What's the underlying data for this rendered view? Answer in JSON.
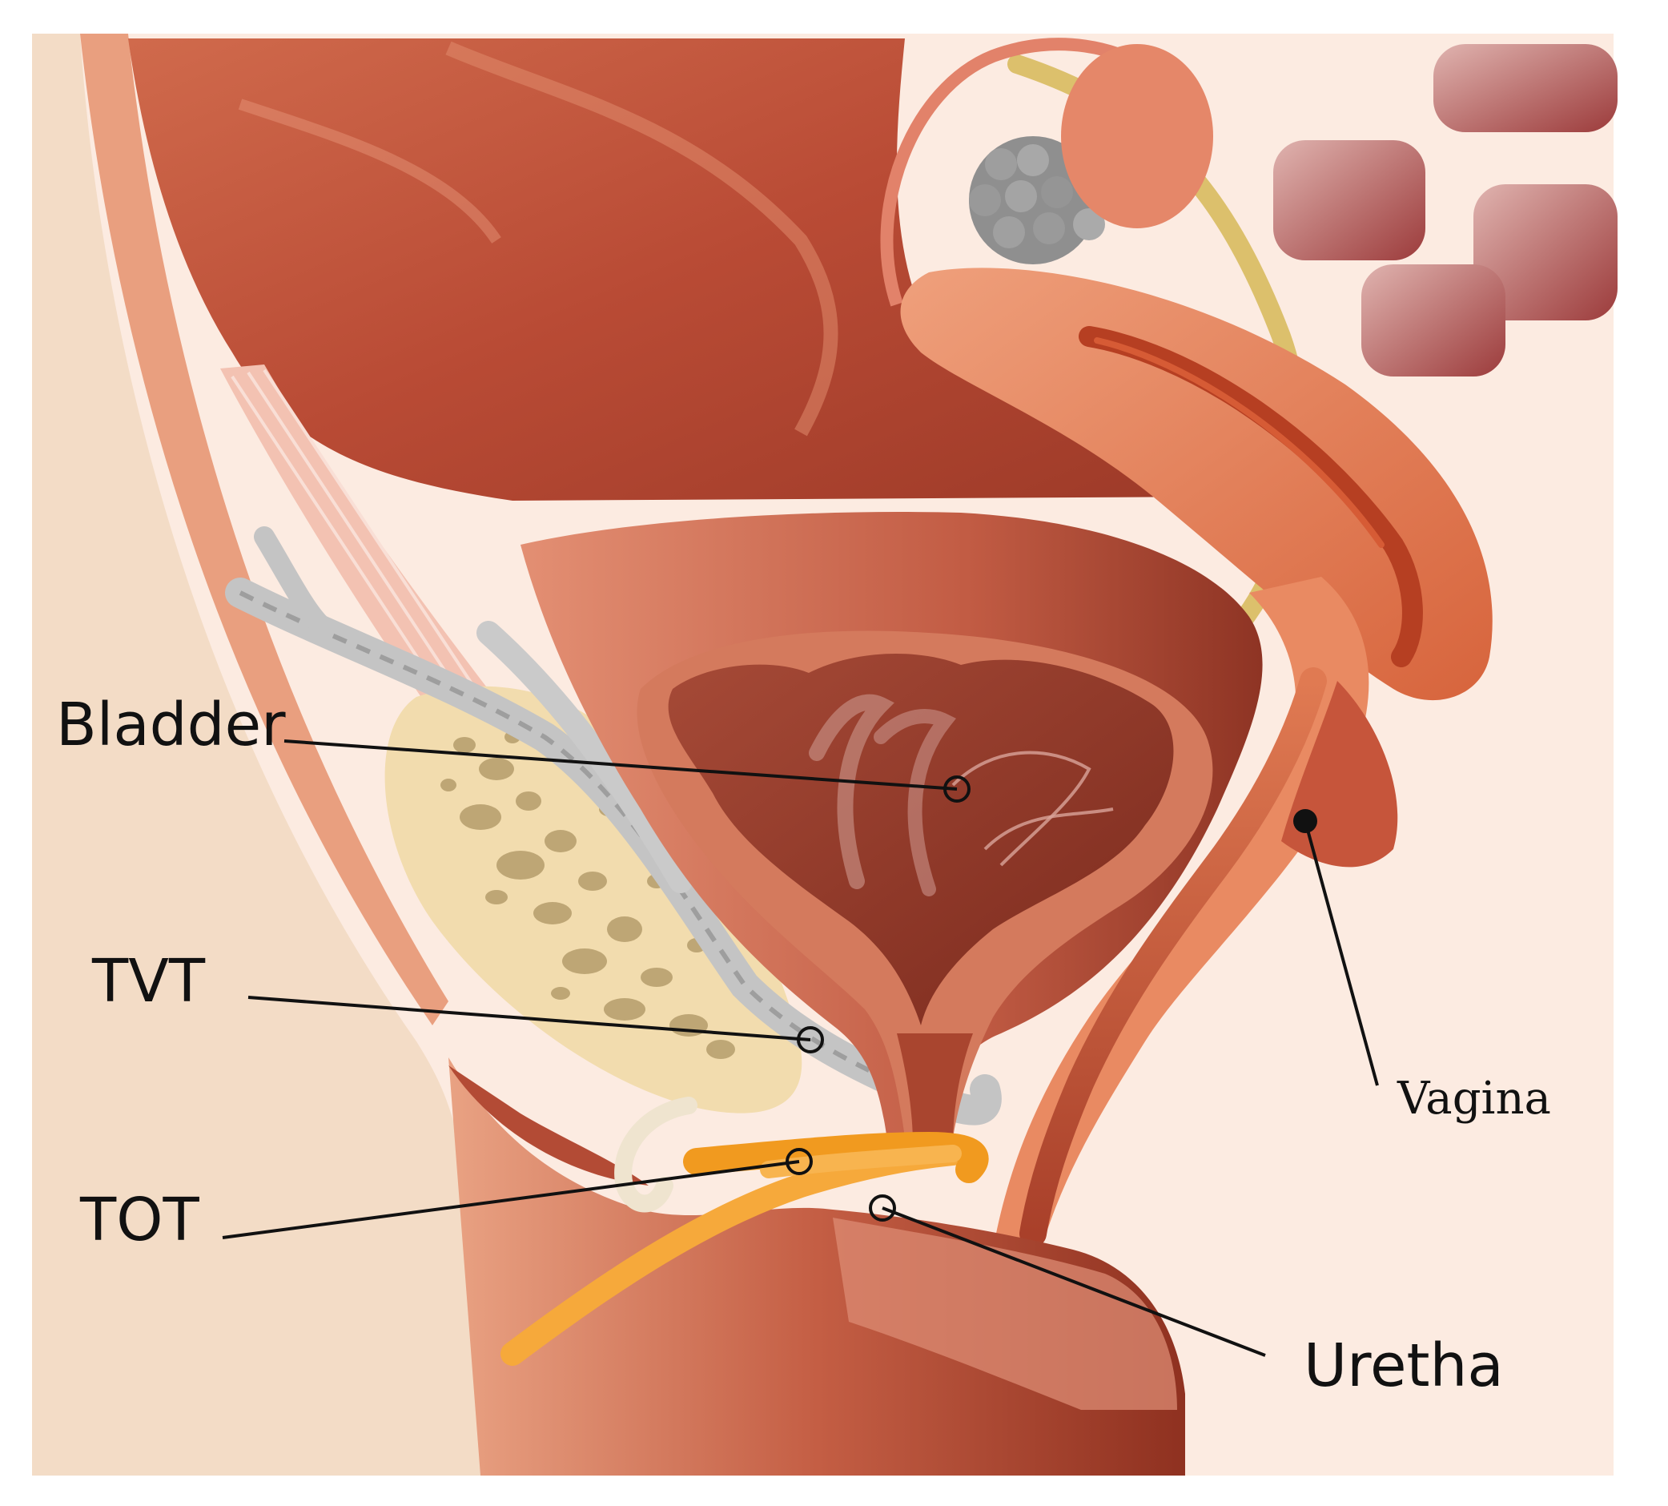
{
  "labels": {
    "bladder": "Bladder",
    "tvt": "TVT",
    "tot": "TOT",
    "urethra": "Uretha",
    "vagina": "Vagina"
  },
  "colors": {
    "background_skin": "#f3dcc6",
    "pale_tissue": "#fcebe1",
    "abdominal_wall": "#e99f7f",
    "intestine": "#c65a40",
    "bladder_wall": "#cd6f55",
    "bladder_lumen": "#8d3426",
    "pubic_bone": "#f2dcae",
    "bone_spots": "#b59d6c",
    "tvt_tape": "#bdbdbd",
    "tot_tape": "#f6a93b",
    "uterus": "#e2794f",
    "rectum": "#a85454",
    "ureter": "#dcc06c",
    "ovary": "#8f8f8f",
    "label_text": "#111111"
  }
}
